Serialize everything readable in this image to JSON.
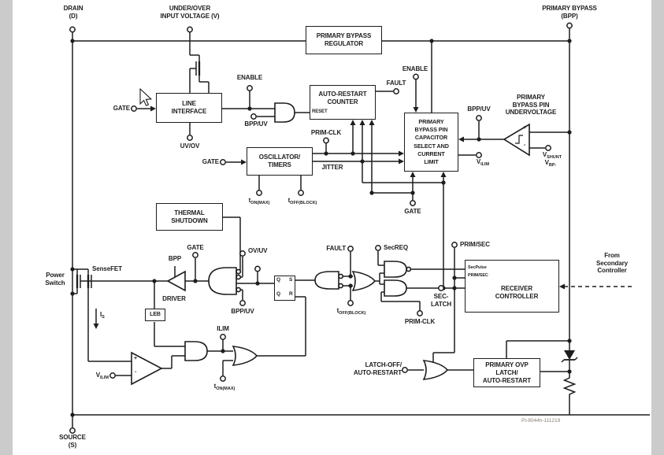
{
  "colors": {
    "ink": "#1d1d1f",
    "page_margin": "#cbcbcb",
    "figure_code_color": "#8a8078"
  },
  "figure_code": "PI-8044h-111219",
  "pins": {
    "drain": "DRAIN\n(D)",
    "under_over": "UNDER/OVER\nINPUT VOLTAGE (V)",
    "primary_bypass": "PRIMARY BYPASS\n(BPP)",
    "source": "SOURCE\n(S)"
  },
  "blocks": {
    "regulator": "PRIMARY BYPASS\nREGULATOR",
    "line_interface": "LINE\nINTERFACE",
    "auto_restart": "AUTO-RESTART\nCOUNTER",
    "reset": "RESET",
    "oscillator": "OSCILLATOR/\nTIMERS",
    "cap_select": "PRIMARY\nBYPASS PIN\nCAPACITOR\nSELECT AND\nCURRENT\nLIMIT",
    "thermal": "THERMAL\nSHUTDOWN",
    "receiver": "RECEIVER\nCONTROLLER",
    "receiver_secpulse": "SecPulse",
    "receiver_primsec": "PRIM/SEC",
    "ovp": "PRIMARY OVP\nLATCH/\nAUTO-RESTART",
    "leb": "LEB"
  },
  "signals": {
    "gate": "GATE",
    "enable": "ENABLE",
    "bpp_uv": "BPP/UV",
    "uv_ov": "UV/OV",
    "ov_uv": "OV/UV",
    "fault": "FAULT",
    "prim_clk": "PRIM-CLK",
    "jitter": "JITTER",
    "secreq": "SecREQ",
    "prim_sec": "PRIM/SEC",
    "sec_latch": "SEC-\nLATCH",
    "latch_off": "LATCH-OFF/\nAUTO-RESTART",
    "bpp_undervoltage": "PRIMARY\nBYPASS PIN\nUNDERVOLTAGE",
    "power_switch": "Power\nSwitch",
    "sensefet": "SenseFET",
    "driver": "DRIVER",
    "bpp": "BPP",
    "ilim": "ILIM",
    "from_secondary": "From\nSecondary\nController",
    "plus": "+",
    "minus": "-"
  },
  "subs": {
    "t_on_max": {
      "base": "t",
      "sub": "ON(MAX)"
    },
    "t_off_block": {
      "base": "t",
      "sub": "OFF(BLOCK)"
    },
    "v_ilim": {
      "base": "V",
      "sub": "ILIM"
    },
    "v_shunt": {
      "base": "V",
      "sub": "SHUNT"
    },
    "v_bp": {
      "base": "V",
      "sub": "BP-"
    },
    "i_s": {
      "base": "I",
      "sub": "S"
    }
  },
  "latch": {
    "q": "Q",
    "s": "S",
    "r": "R"
  }
}
